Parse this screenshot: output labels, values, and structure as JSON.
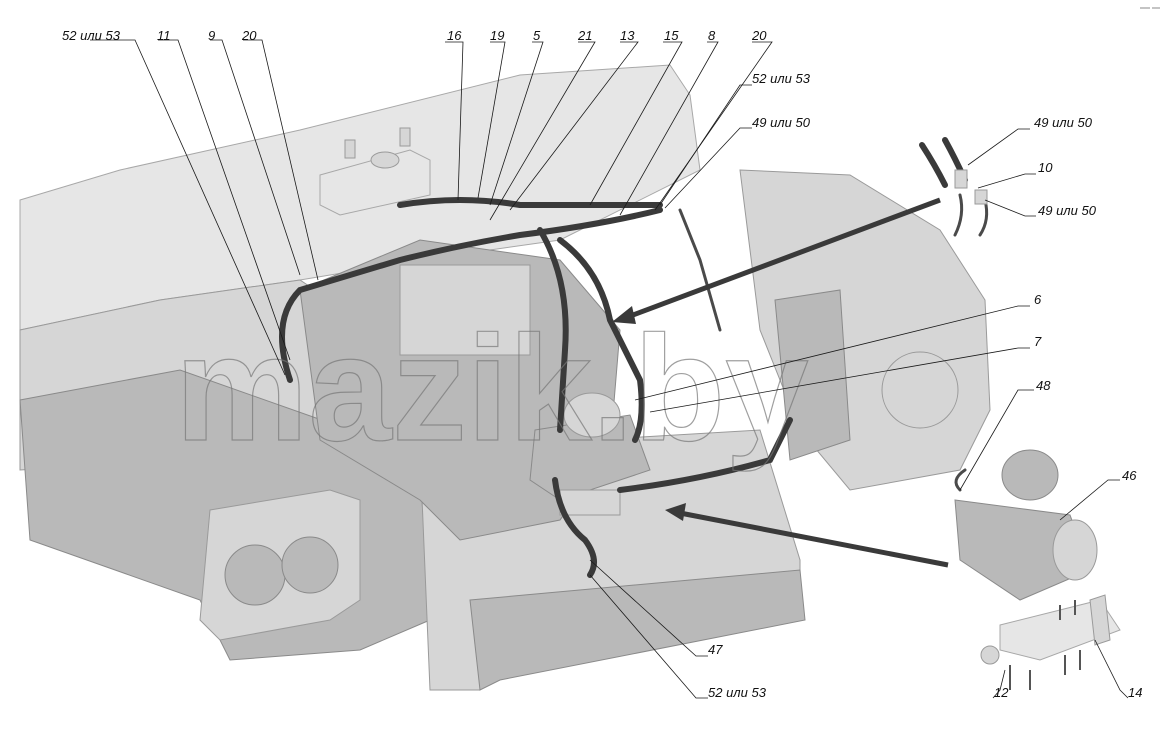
{
  "watermark": "mazik.by",
  "labels": {
    "l52_53_top_left": "52 или 53",
    "l11": "11",
    "l9": "9",
    "l20_left": "20",
    "l16": "16",
    "l19": "19",
    "l5": "5",
    "l21": "21",
    "l13": "13",
    "l15": "15",
    "l8": "8",
    "l20_right": "20",
    "l52_53_right": "52 или 53",
    "l49_50_mid": "49 или 50",
    "l49_50_inset_top": "49 или 50",
    "l10": "10",
    "l49_50_inset_bottom": "49 или 50",
    "l6": "6",
    "l7": "7",
    "l48": "48",
    "l46": "46",
    "l47": "47",
    "l52_53_bottom": "52 или 53",
    "l12": "12",
    "l14": "14"
  }
}
